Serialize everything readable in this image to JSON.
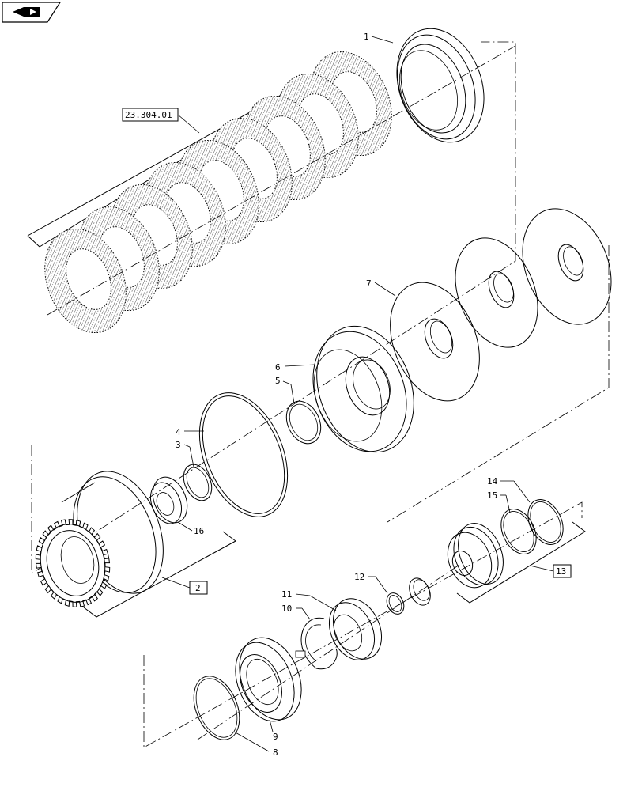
{
  "nav": {
    "icon": "back-arrow-icon"
  },
  "callouts": {
    "ref_group": "23.304.01",
    "box_2": "2",
    "box_13": "13",
    "p1": "1",
    "p3": "3",
    "p4": "4",
    "p5": "5",
    "p6": "6",
    "p7": "7",
    "p8": "8",
    "p9": "9",
    "p10": "10",
    "p11": "11",
    "p12": "12",
    "p14": "14",
    "p15": "15",
    "p16": "16"
  }
}
